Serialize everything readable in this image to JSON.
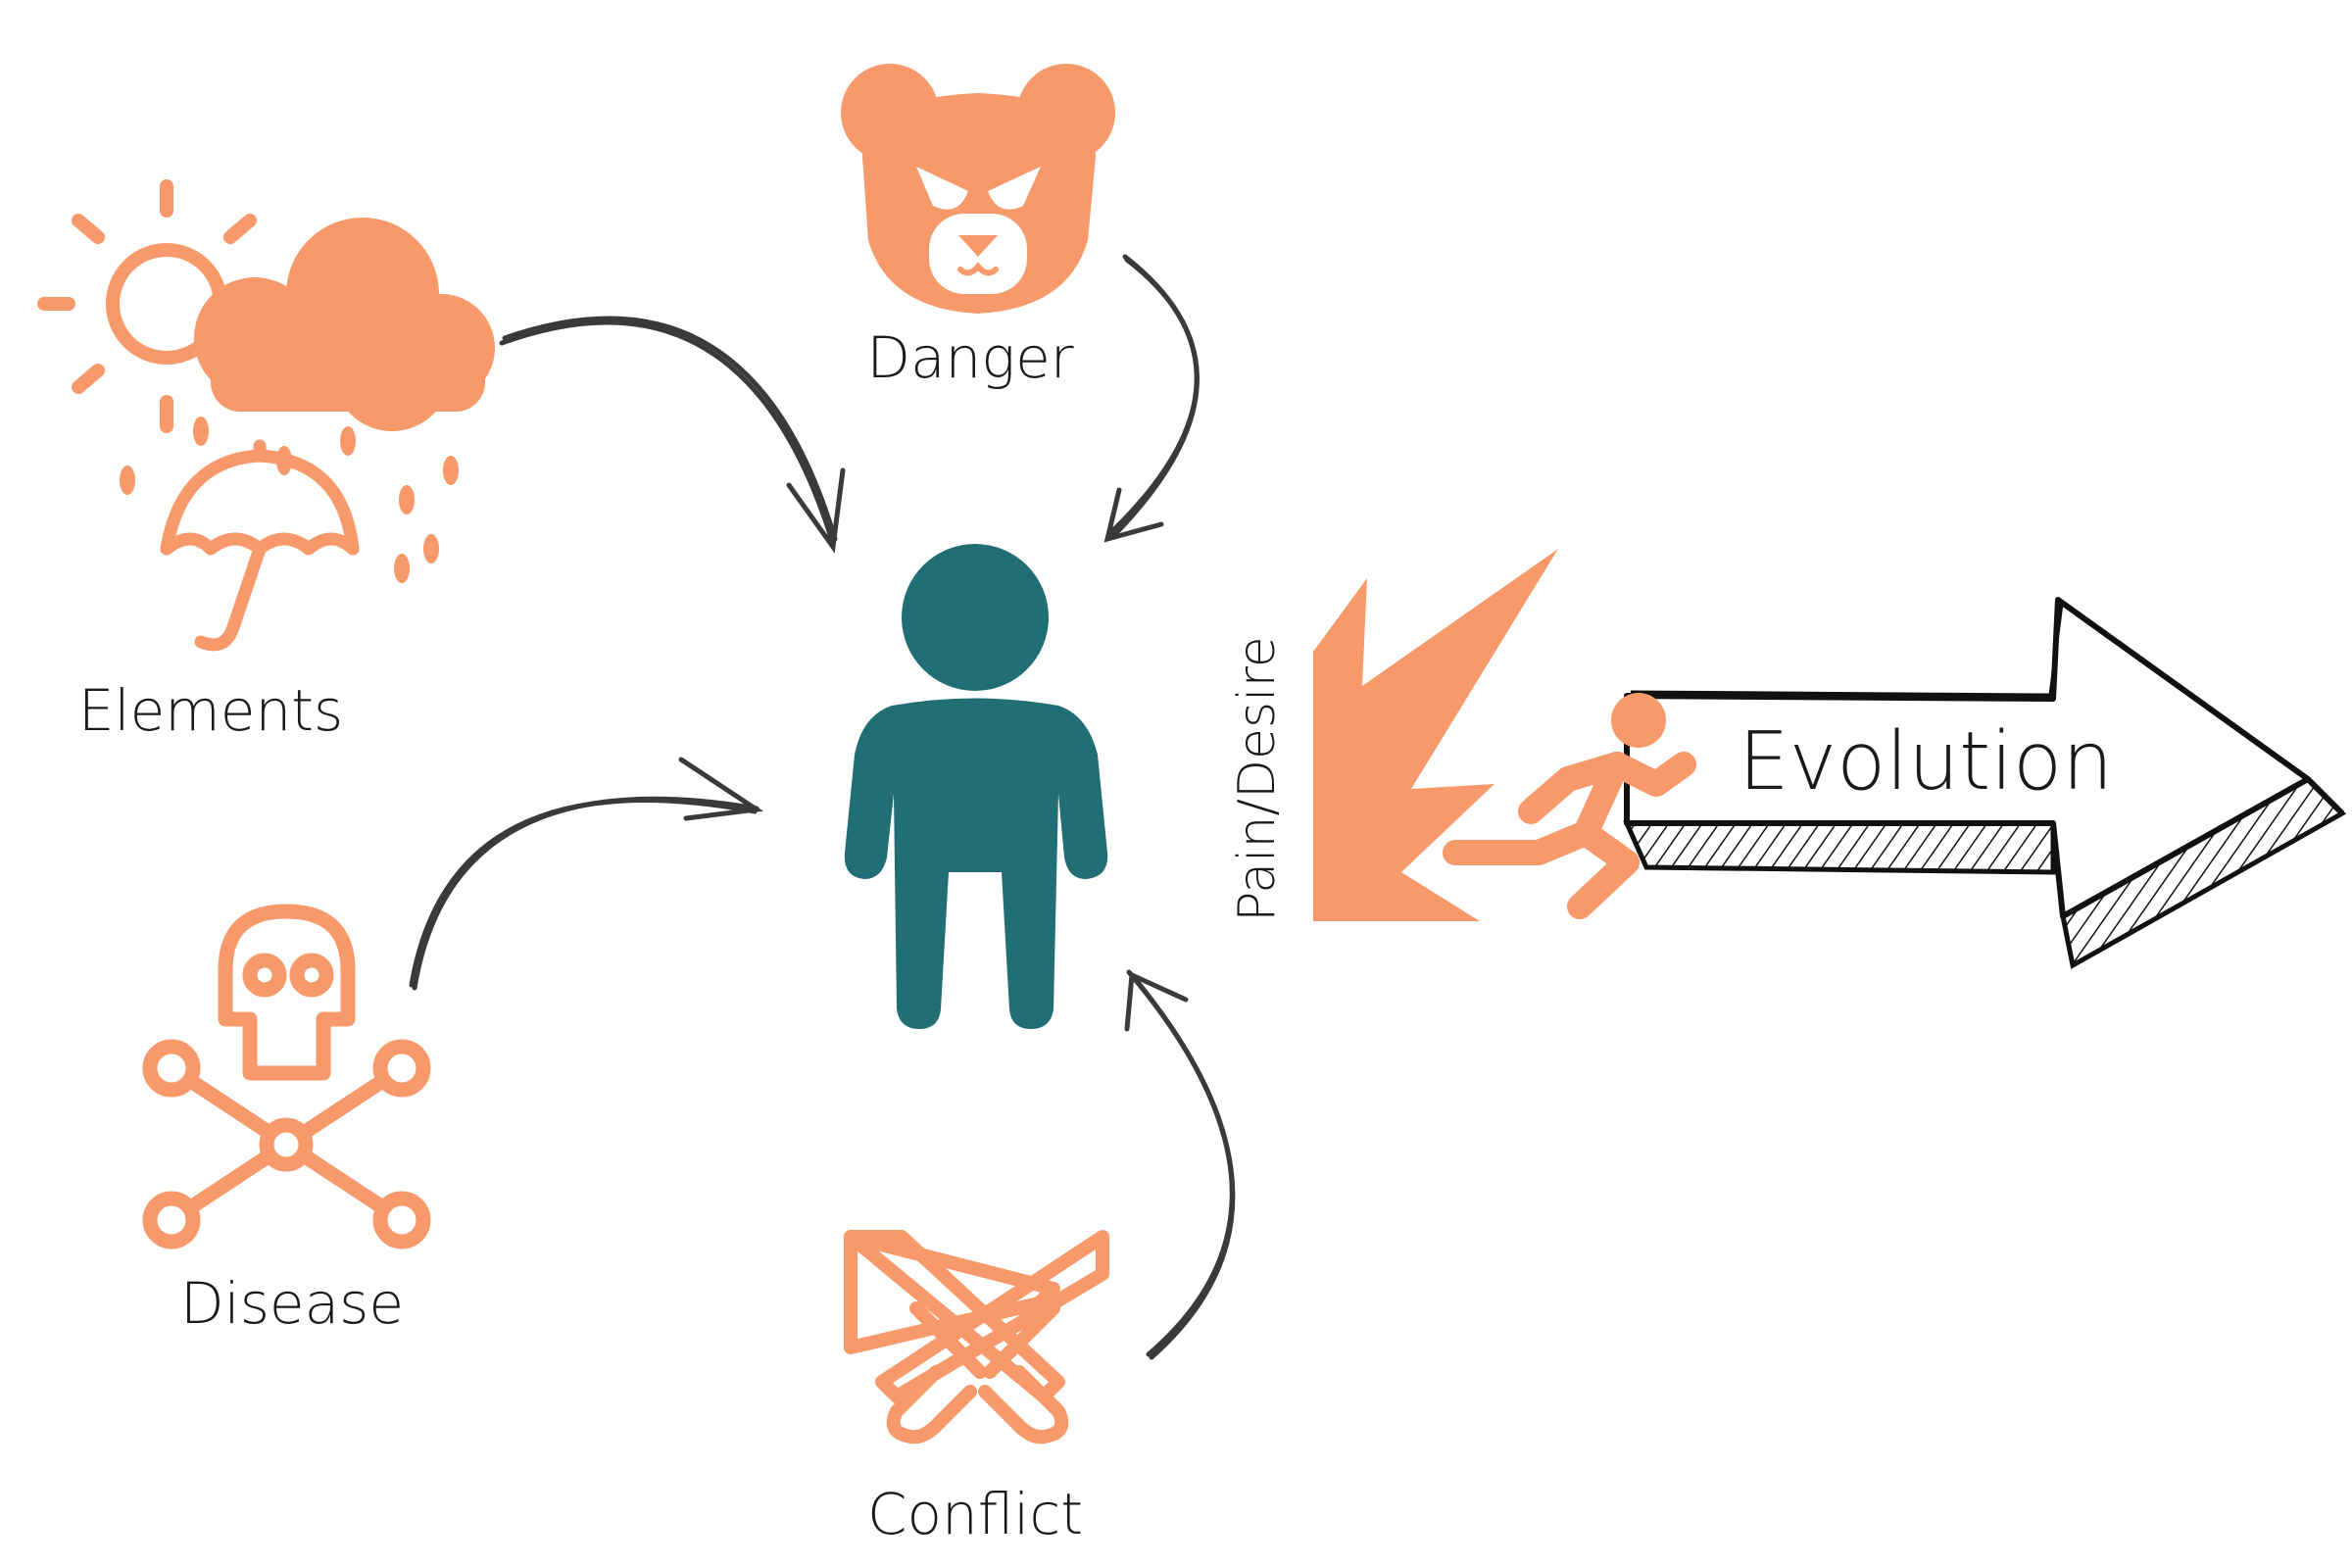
{
  "colors": {
    "accent": "#F7996A",
    "person": "#226E75",
    "arrow": "#3a3a3a",
    "ink": "#111111"
  },
  "nodes": {
    "elements": {
      "label": "Elements",
      "icon": "weather-icon"
    },
    "danger": {
      "label": "Danger",
      "icon": "angry-bear-icon"
    },
    "disease": {
      "label": "Disease",
      "icon": "skull-crossbones-icon"
    },
    "conflict": {
      "label": "Conflict",
      "icon": "crossed-swords-icon"
    },
    "person": {
      "icon": "person-icon"
    },
    "pain": {
      "label": "Pain/Desire",
      "icon": "pain-burst-icon"
    },
    "runner": {
      "icon": "running-person-icon"
    },
    "evolution": {
      "label": "Evolution",
      "icon": "sketched-arrow-icon"
    }
  }
}
